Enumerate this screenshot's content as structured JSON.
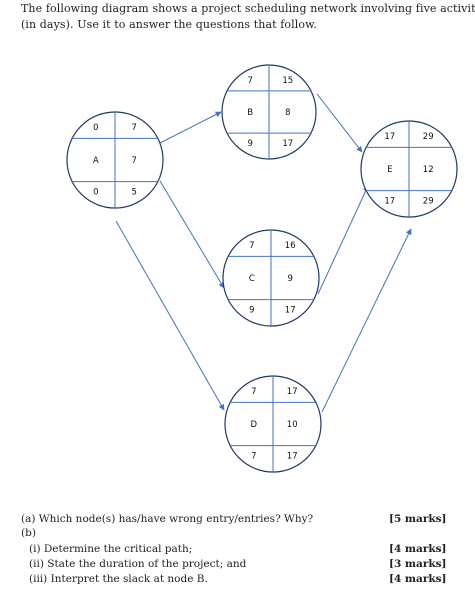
{
  "intro": {
    "line1": "The following diagram shows a project scheduling network involving five activities",
    "line2": "(in days). Use it to answer the questions that follow."
  },
  "network": {
    "nodes": [
      {
        "id": "A",
        "tl": "0",
        "tr": "7",
        "mr": "7",
        "bl": "0",
        "br": "5"
      },
      {
        "id": "B",
        "tl": "7",
        "tr": "15",
        "mr": "8",
        "bl": "9",
        "br": "17"
      },
      {
        "id": "C",
        "tl": "7",
        "tr": "16",
        "mr": "9",
        "bl": "9",
        "br": "17"
      },
      {
        "id": "D",
        "tl": "7",
        "tr": "17",
        "mr": "10",
        "bl": "7",
        "br": "17"
      },
      {
        "id": "E",
        "tl": "17",
        "tr": "29",
        "mr": "12",
        "bl": "17",
        "br": "29"
      }
    ],
    "edges": [
      [
        "A",
        "B"
      ],
      [
        "A",
        "C"
      ],
      [
        "A",
        "D"
      ],
      [
        "B",
        "E"
      ],
      [
        "C",
        "E"
      ],
      [
        "D",
        "E"
      ]
    ]
  },
  "questions": {
    "a": {
      "text": "(a) Which node(s) has/have wrong entry/entries? Why?",
      "marks": "[5 marks]"
    },
    "b_label": "(b)",
    "b_items": [
      {
        "text": "(i)   Determine the critical path;",
        "marks": "[4 marks]"
      },
      {
        "text": "(ii)  State the duration of the project; and",
        "marks": "[3 marks]"
      },
      {
        "text": "(iii) Interpret the slack at node B.",
        "marks": "[4 marks]"
      }
    ]
  }
}
